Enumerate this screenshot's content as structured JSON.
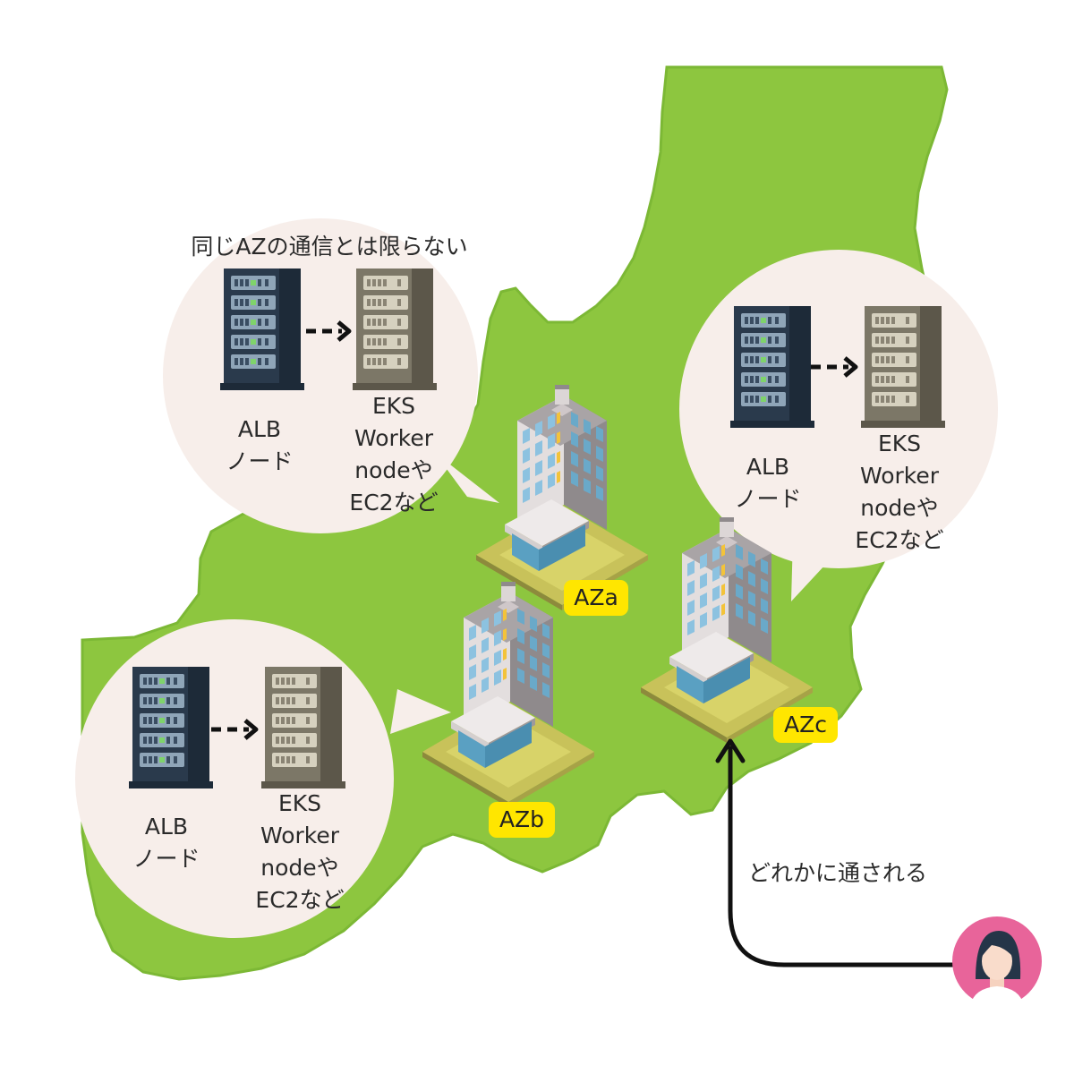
{
  "caption_top": "同じAZの通信とは限らない",
  "bubbles": {
    "top_left": {
      "alb_label_line1": "ALB",
      "alb_label_line2": "ノード",
      "eks_label_line1": "EKS",
      "eks_label_line2": "Worker",
      "eks_label_line3": "nodeや",
      "eks_label_line4": "EC2など"
    },
    "right": {
      "alb_label_line1": "ALB",
      "alb_label_line2": "ノード",
      "eks_label_line1": "EKS",
      "eks_label_line2": "Worker",
      "eks_label_line3": "nodeや",
      "eks_label_line4": "EC2など"
    },
    "bottom_left": {
      "alb_label_line1": "ALB",
      "alb_label_line2": "ノード",
      "eks_label_line1": "EKS",
      "eks_label_line2": "Worker",
      "eks_label_line3": "nodeや",
      "eks_label_line4": "EC2など"
    }
  },
  "az_labels": {
    "a": "AZa",
    "b": "AZb",
    "c": "AZc"
  },
  "routing_caption": "どれかに通される",
  "colors": {
    "map_green": "#8dc63f",
    "bubble_fill": "#f7eeea",
    "az_tag": "#ffe600",
    "alb_server": "#2f4256",
    "eks_server": "#8a8474",
    "avatar_bg": "#e8649a"
  },
  "icons": [
    "server-rack-icon",
    "office-building-icon",
    "user-avatar-icon",
    "dashed-arrow-icon",
    "arrow-up-icon"
  ]
}
